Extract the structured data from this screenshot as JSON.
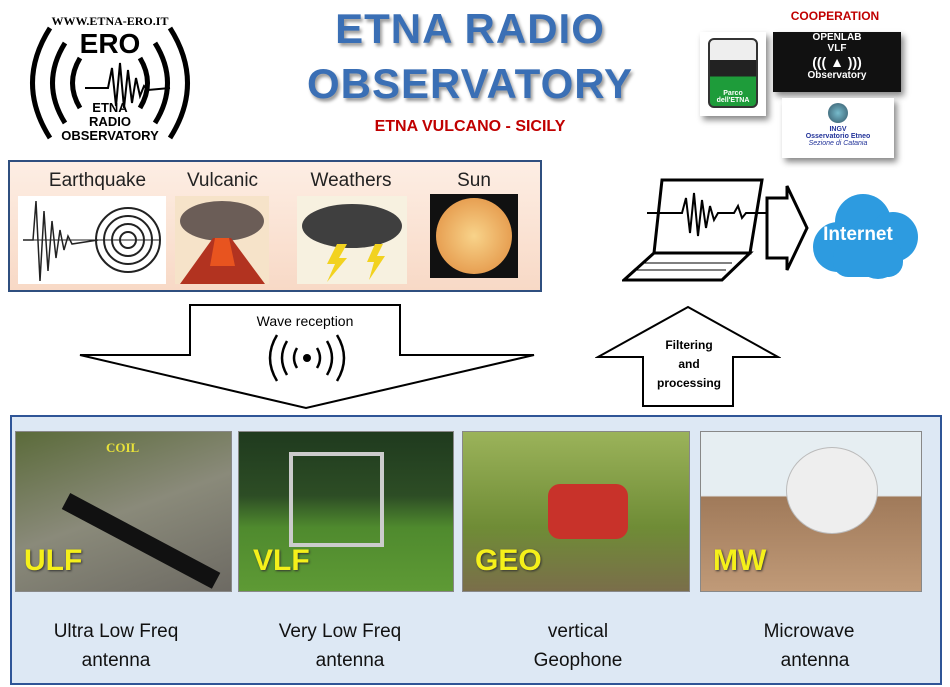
{
  "logo": {
    "url": "WWW.ETNA-ERO.IT",
    "acronym": "ERO",
    "line1": "ETNA",
    "line2": "RADIO",
    "line3": "OBSERVATORY"
  },
  "header": {
    "title1": "ETNA RADIO",
    "title2": "OBSERVATORY",
    "subtitle": "ETNA VULCANO - SICILY"
  },
  "cooperation": {
    "label": "COOPERATION",
    "parco": "Parco dell'ETNA",
    "openlab1": "OPENLAB",
    "openlab2": "VLF",
    "openlab3": "Observatory",
    "ingv1": "INGV",
    "ingv2": "Osservatorio Etneo",
    "ingv3": "Sezione di Catania"
  },
  "sources": [
    {
      "label": "Earthquake"
    },
    {
      "label": "Vulcanic"
    },
    {
      "label": "Weathers"
    },
    {
      "label": "Sun"
    }
  ],
  "reception": {
    "label": "Wave reception"
  },
  "processing": {
    "line1": "Filtering",
    "line2": "and",
    "line3": "processing"
  },
  "internet": {
    "label": "Internet"
  },
  "sensors": [
    {
      "tag": "ULF",
      "extra": "COIL",
      "line1": "Ultra Low Freq",
      "line2": "antenna"
    },
    {
      "tag": "VLF",
      "line1": "Very Low Freq",
      "line2": "antenna"
    },
    {
      "tag": "GEO",
      "line1": "vertical",
      "line2": "Geophone"
    },
    {
      "tag": "MW",
      "line1": "Microwave",
      "line2": "antenna"
    }
  ]
}
